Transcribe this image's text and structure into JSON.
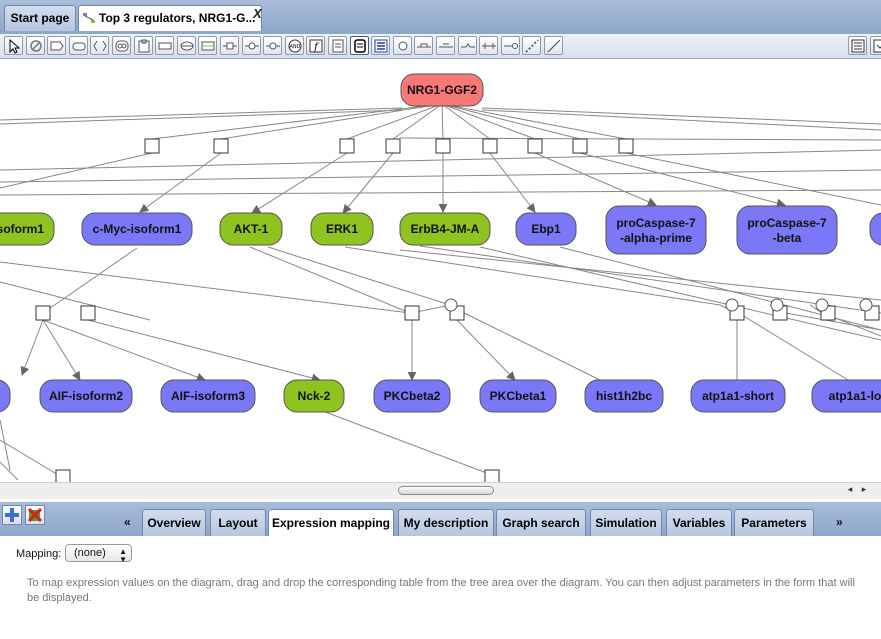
{
  "tabs": {
    "start_label": "Start page",
    "diagram_label": "Top 3 regulators, NRG1-G...",
    "close_label": "X"
  },
  "toolbar": {
    "tools": [
      "select-icon",
      "no-entry-icon",
      "tag-icon",
      "ellipse-icon",
      "bracket-icon",
      "complex-icon",
      "clipboard-icon",
      "rectangle-icon",
      "lens-icon",
      "box-icon",
      "dash-node-icon",
      "dot-node-icon",
      "dot-node-icon",
      "and-gate-icon",
      "function-icon",
      "note-icon",
      "note-active-icon",
      "text-block-icon",
      "circle-node-icon",
      "connector-a-icon",
      "connector-b-icon",
      "connector-c-icon",
      "connector-d-icon",
      "connector-e-icon",
      "dotted-line-icon",
      "line-icon"
    ],
    "right_tools": [
      "list-icon",
      "settings-icon"
    ]
  },
  "diagram": {
    "colors": {
      "root": "#f87878",
      "protein": "#7b78f7",
      "gene": "#8ec320"
    },
    "root": {
      "label": "NRG1-GGF2"
    },
    "row1": [
      {
        "label": "isoform1",
        "kind": "gene"
      },
      {
        "label": "c-Myc-isoform1",
        "kind": "protein"
      },
      {
        "label": "AKT-1",
        "kind": "gene"
      },
      {
        "label": "ERK1",
        "kind": "gene"
      },
      {
        "label": "ErbB4-JM-A",
        "kind": "gene"
      },
      {
        "label": "Ebp1",
        "kind": "protein"
      },
      {
        "label": "proCaspase-7",
        "label2": "-alpha-prime",
        "kind": "protein"
      },
      {
        "label": "proCaspase-7",
        "label2": "-beta",
        "kind": "protein"
      }
    ],
    "row2": [
      {
        "label": "AIF-isoform2",
        "kind": "protein"
      },
      {
        "label": "AIF-isoform3",
        "kind": "protein"
      },
      {
        "label": "Nck-2",
        "kind": "gene"
      },
      {
        "label": "PKCbeta2",
        "kind": "protein"
      },
      {
        "label": "PKCbeta1",
        "kind": "protein"
      },
      {
        "label": "hist1h2bc",
        "kind": "protein"
      },
      {
        "label": "atp1a1-short",
        "kind": "protein"
      },
      {
        "label": "atp1a1-lo",
        "kind": "protein"
      }
    ]
  },
  "scrollbar": {
    "left_arrow": "◂",
    "right_arrow": "▸"
  },
  "bottom": {
    "left_nav": "«",
    "right_nav": "»",
    "tabs": [
      "Overview",
      "Layout",
      "Expression mapping",
      "My description",
      "Graph search",
      "Simulation",
      "Variables",
      "Parameters"
    ],
    "active_tab": "Expression mapping"
  },
  "panel": {
    "mapping_label": "Mapping:",
    "mapping_value": "(none)",
    "help_text": "To map expression values on the diagram, drag and drop the corresponding table from the tree area over the diagram. You can then adjust parameters in the form that will be displayed."
  }
}
